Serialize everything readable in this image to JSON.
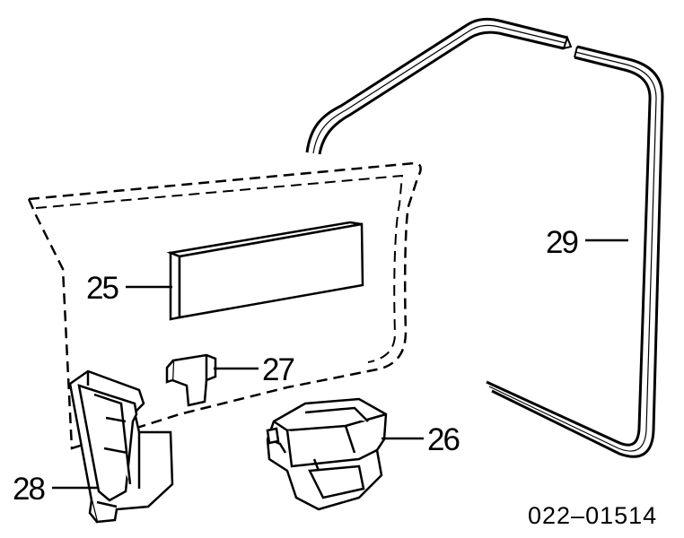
{
  "callouts": {
    "c25": "25",
    "c26": "26",
    "c27": "27",
    "c28": "28",
    "c29": "29"
  },
  "diagram_code": "022–01514",
  "parts": [
    {
      "name": "door-panel-dashed-outline"
    },
    {
      "name": "trim-strip-part-25"
    },
    {
      "name": "armrest-bracket-part-26"
    },
    {
      "name": "clip-part-27"
    },
    {
      "name": "garnish-part-28"
    },
    {
      "name": "weatherstrip-part-29"
    }
  ]
}
